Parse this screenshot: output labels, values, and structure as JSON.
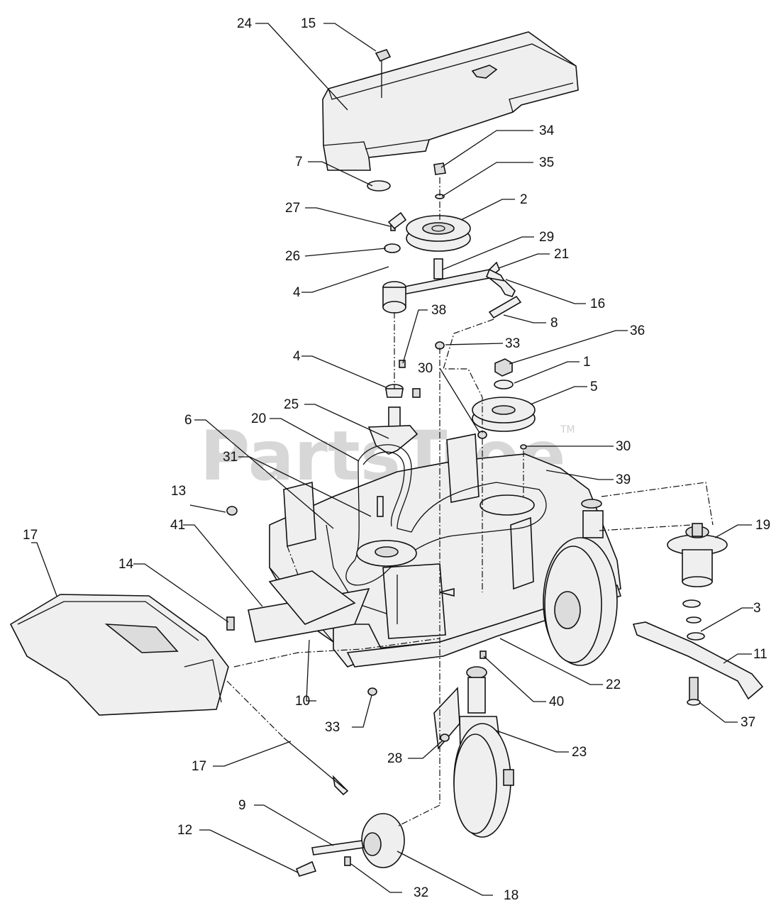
{
  "watermark": {
    "text": "PartsTree",
    "mark": "TM"
  },
  "callouts": [
    {
      "id": "24",
      "label": "24"
    },
    {
      "id": "15",
      "label": "15"
    },
    {
      "id": "34",
      "label": "34"
    },
    {
      "id": "7",
      "label": "7"
    },
    {
      "id": "35",
      "label": "35"
    },
    {
      "id": "2",
      "label": "2"
    },
    {
      "id": "27",
      "label": "27"
    },
    {
      "id": "29",
      "label": "29"
    },
    {
      "id": "26",
      "label": "26"
    },
    {
      "id": "21",
      "label": "21"
    },
    {
      "id": "4a",
      "label": "4"
    },
    {
      "id": "16",
      "label": "16"
    },
    {
      "id": "38",
      "label": "38"
    },
    {
      "id": "8",
      "label": "8"
    },
    {
      "id": "33a",
      "label": "33"
    },
    {
      "id": "36",
      "label": "36"
    },
    {
      "id": "4b",
      "label": "4"
    },
    {
      "id": "30a",
      "label": "30"
    },
    {
      "id": "1",
      "label": "1"
    },
    {
      "id": "5",
      "label": "5"
    },
    {
      "id": "25",
      "label": "25"
    },
    {
      "id": "6",
      "label": "6"
    },
    {
      "id": "20",
      "label": "20"
    },
    {
      "id": "30b",
      "label": "30"
    },
    {
      "id": "31",
      "label": "31"
    },
    {
      "id": "39",
      "label": "39"
    },
    {
      "id": "13",
      "label": "13"
    },
    {
      "id": "19",
      "label": "19"
    },
    {
      "id": "17a",
      "label": "17"
    },
    {
      "id": "41",
      "label": "41"
    },
    {
      "id": "14",
      "label": "14"
    },
    {
      "id": "3",
      "label": "3"
    },
    {
      "id": "11",
      "label": "11"
    },
    {
      "id": "22",
      "label": "22"
    },
    {
      "id": "10",
      "label": "10"
    },
    {
      "id": "40",
      "label": "40"
    },
    {
      "id": "33b",
      "label": "33"
    },
    {
      "id": "37",
      "label": "37"
    },
    {
      "id": "23",
      "label": "23"
    },
    {
      "id": "28",
      "label": "28"
    },
    {
      "id": "17b",
      "label": "17"
    },
    {
      "id": "9",
      "label": "9"
    },
    {
      "id": "12",
      "label": "12"
    },
    {
      "id": "32",
      "label": "32"
    },
    {
      "id": "18",
      "label": "18"
    }
  ]
}
